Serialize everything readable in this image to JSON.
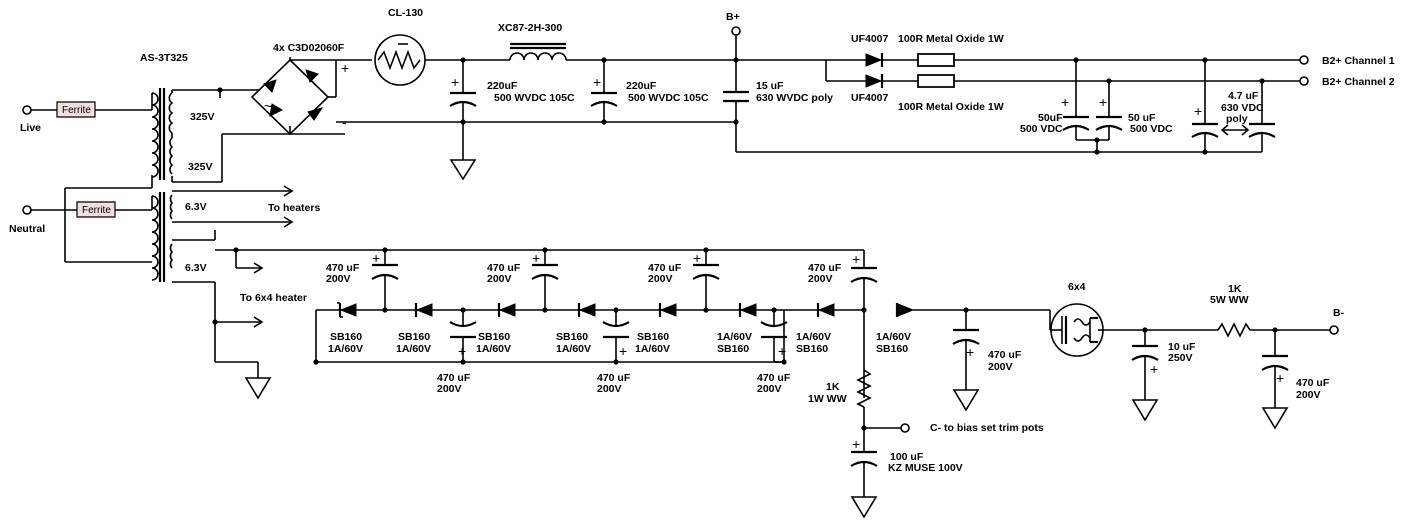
{
  "labels": {
    "live": "Live",
    "neutral": "Neutral",
    "ferrite": "Ferrite",
    "as3t325": "AS-3T325",
    "v325": "325V",
    "v63": "6.3V",
    "to_heaters": "To heaters",
    "to_6x4_heater": "To 6x4 heater",
    "bridge": "4x C3D02060F",
    "cl130": "CL-130",
    "choke": "XC87-2H-300",
    "bplus": "B+",
    "cap220_a": "220uF",
    "cap220_b": "500 WVDC 105C",
    "cap15_a": "15 uF",
    "cap15_b": "630 WVDC poly",
    "uf4007": "UF4007",
    "res100": "100R Metal Oxide 1W",
    "b2plus_ch1": "B2+ Channel 1",
    "b2plus_ch2": "B2+ Channel 2",
    "cap50_a": "50uF",
    "cap50_b": "500 VDC",
    "cap50_c": "50 uF",
    "cap47_a": "4.7 uF",
    "cap47_b": "630 VDC",
    "cap47_c": "poly",
    "cap470": "470 uF",
    "v200": "200V",
    "sb160": "SB160",
    "a1_60v": "1A/60V",
    "tube": "6x4",
    "r1k": "1K",
    "r5w": "5W WW",
    "bminus": "B-",
    "cap10_a": "10 uF",
    "cap10_b": "250V",
    "r1w": "1W WW",
    "cminus": "C- to bias set trim pots",
    "cap100_a": "100 uF",
    "cap100_b": "KZ MUSE 100V",
    "plus": "+",
    "minus": "-",
    "tilde": "~"
  }
}
